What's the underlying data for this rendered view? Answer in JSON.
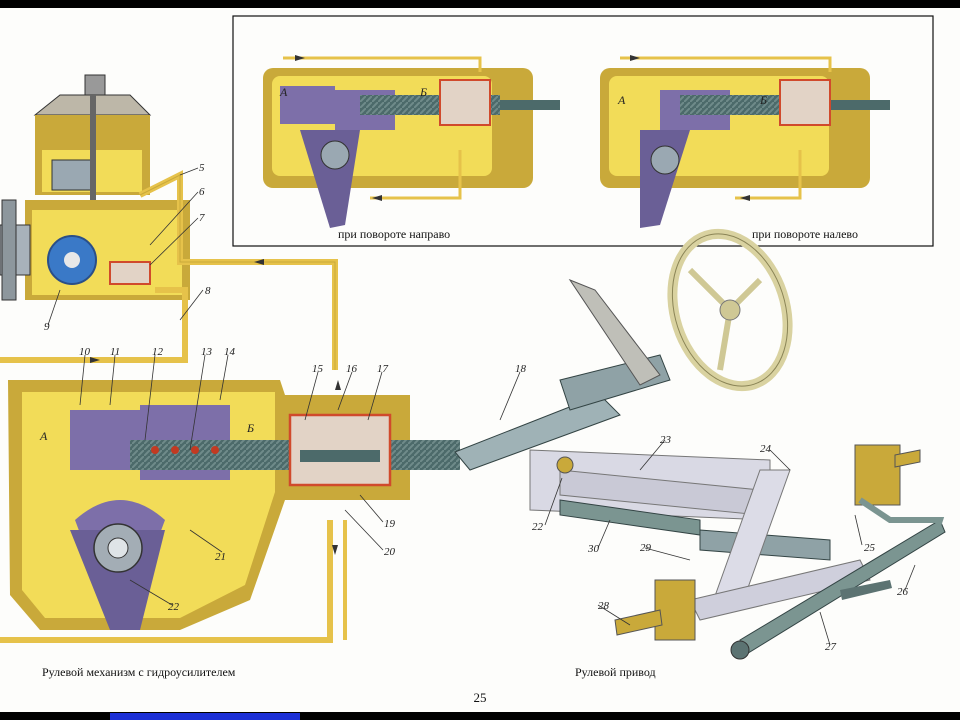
{
  "inset": {
    "caption_right_turn": "при повороте направо",
    "caption_left_turn": "при повороте налево",
    "chamber_a": "А",
    "chamber_b": "Б"
  },
  "main": {
    "caption_steering_mechanism": "Рулевой механизм с гидроусилителем",
    "caption_steering_linkage": "Рулевой привод",
    "chamber_a": "А",
    "chamber_b": "Б"
  },
  "labels": [
    "5",
    "6",
    "7",
    "8",
    "9",
    "10",
    "11",
    "12",
    "13",
    "14",
    "15",
    "16",
    "17",
    "18",
    "19",
    "20",
    "21",
    "22",
    "23",
    "24",
    "22",
    "30",
    "29",
    "25",
    "26",
    "27",
    "28"
  ],
  "page_number": "25",
  "colors": {
    "oil": "#f2dc58",
    "housing": "#c9a93a",
    "purple": "#7d6fa9",
    "steel": "#4c6a6a",
    "pipe": "#e6c24a",
    "red": "#d04a2c"
  }
}
